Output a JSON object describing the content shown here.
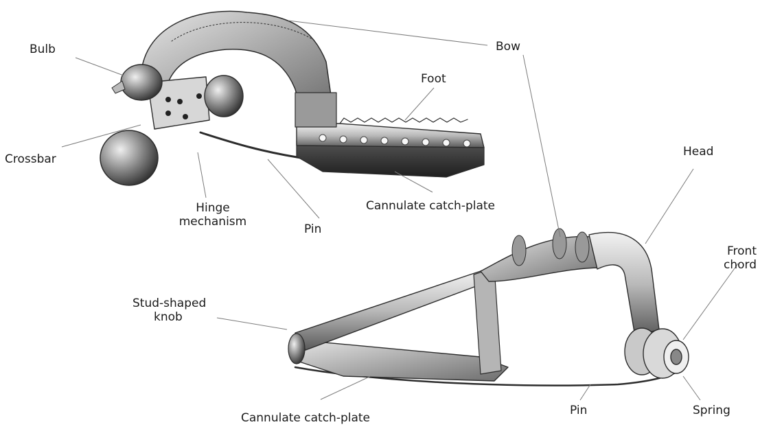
{
  "labels": {
    "bulb": "Bulb",
    "bow": "Bow",
    "foot": "Foot",
    "crossbar": "Crossbar",
    "hinge_line1": "Hinge",
    "hinge_line2": "mechanism",
    "pin_top": "Pin",
    "cannulate_top": "Cannulate catch-plate",
    "head": "Head",
    "front_chord_line1": "Front",
    "front_chord_line2": "chord",
    "stud_line1": "Stud-shaped",
    "stud_line2": "knob",
    "cannulate_bottom": "Cannulate catch-plate",
    "pin_bottom": "Pin",
    "spring": "Spring"
  }
}
